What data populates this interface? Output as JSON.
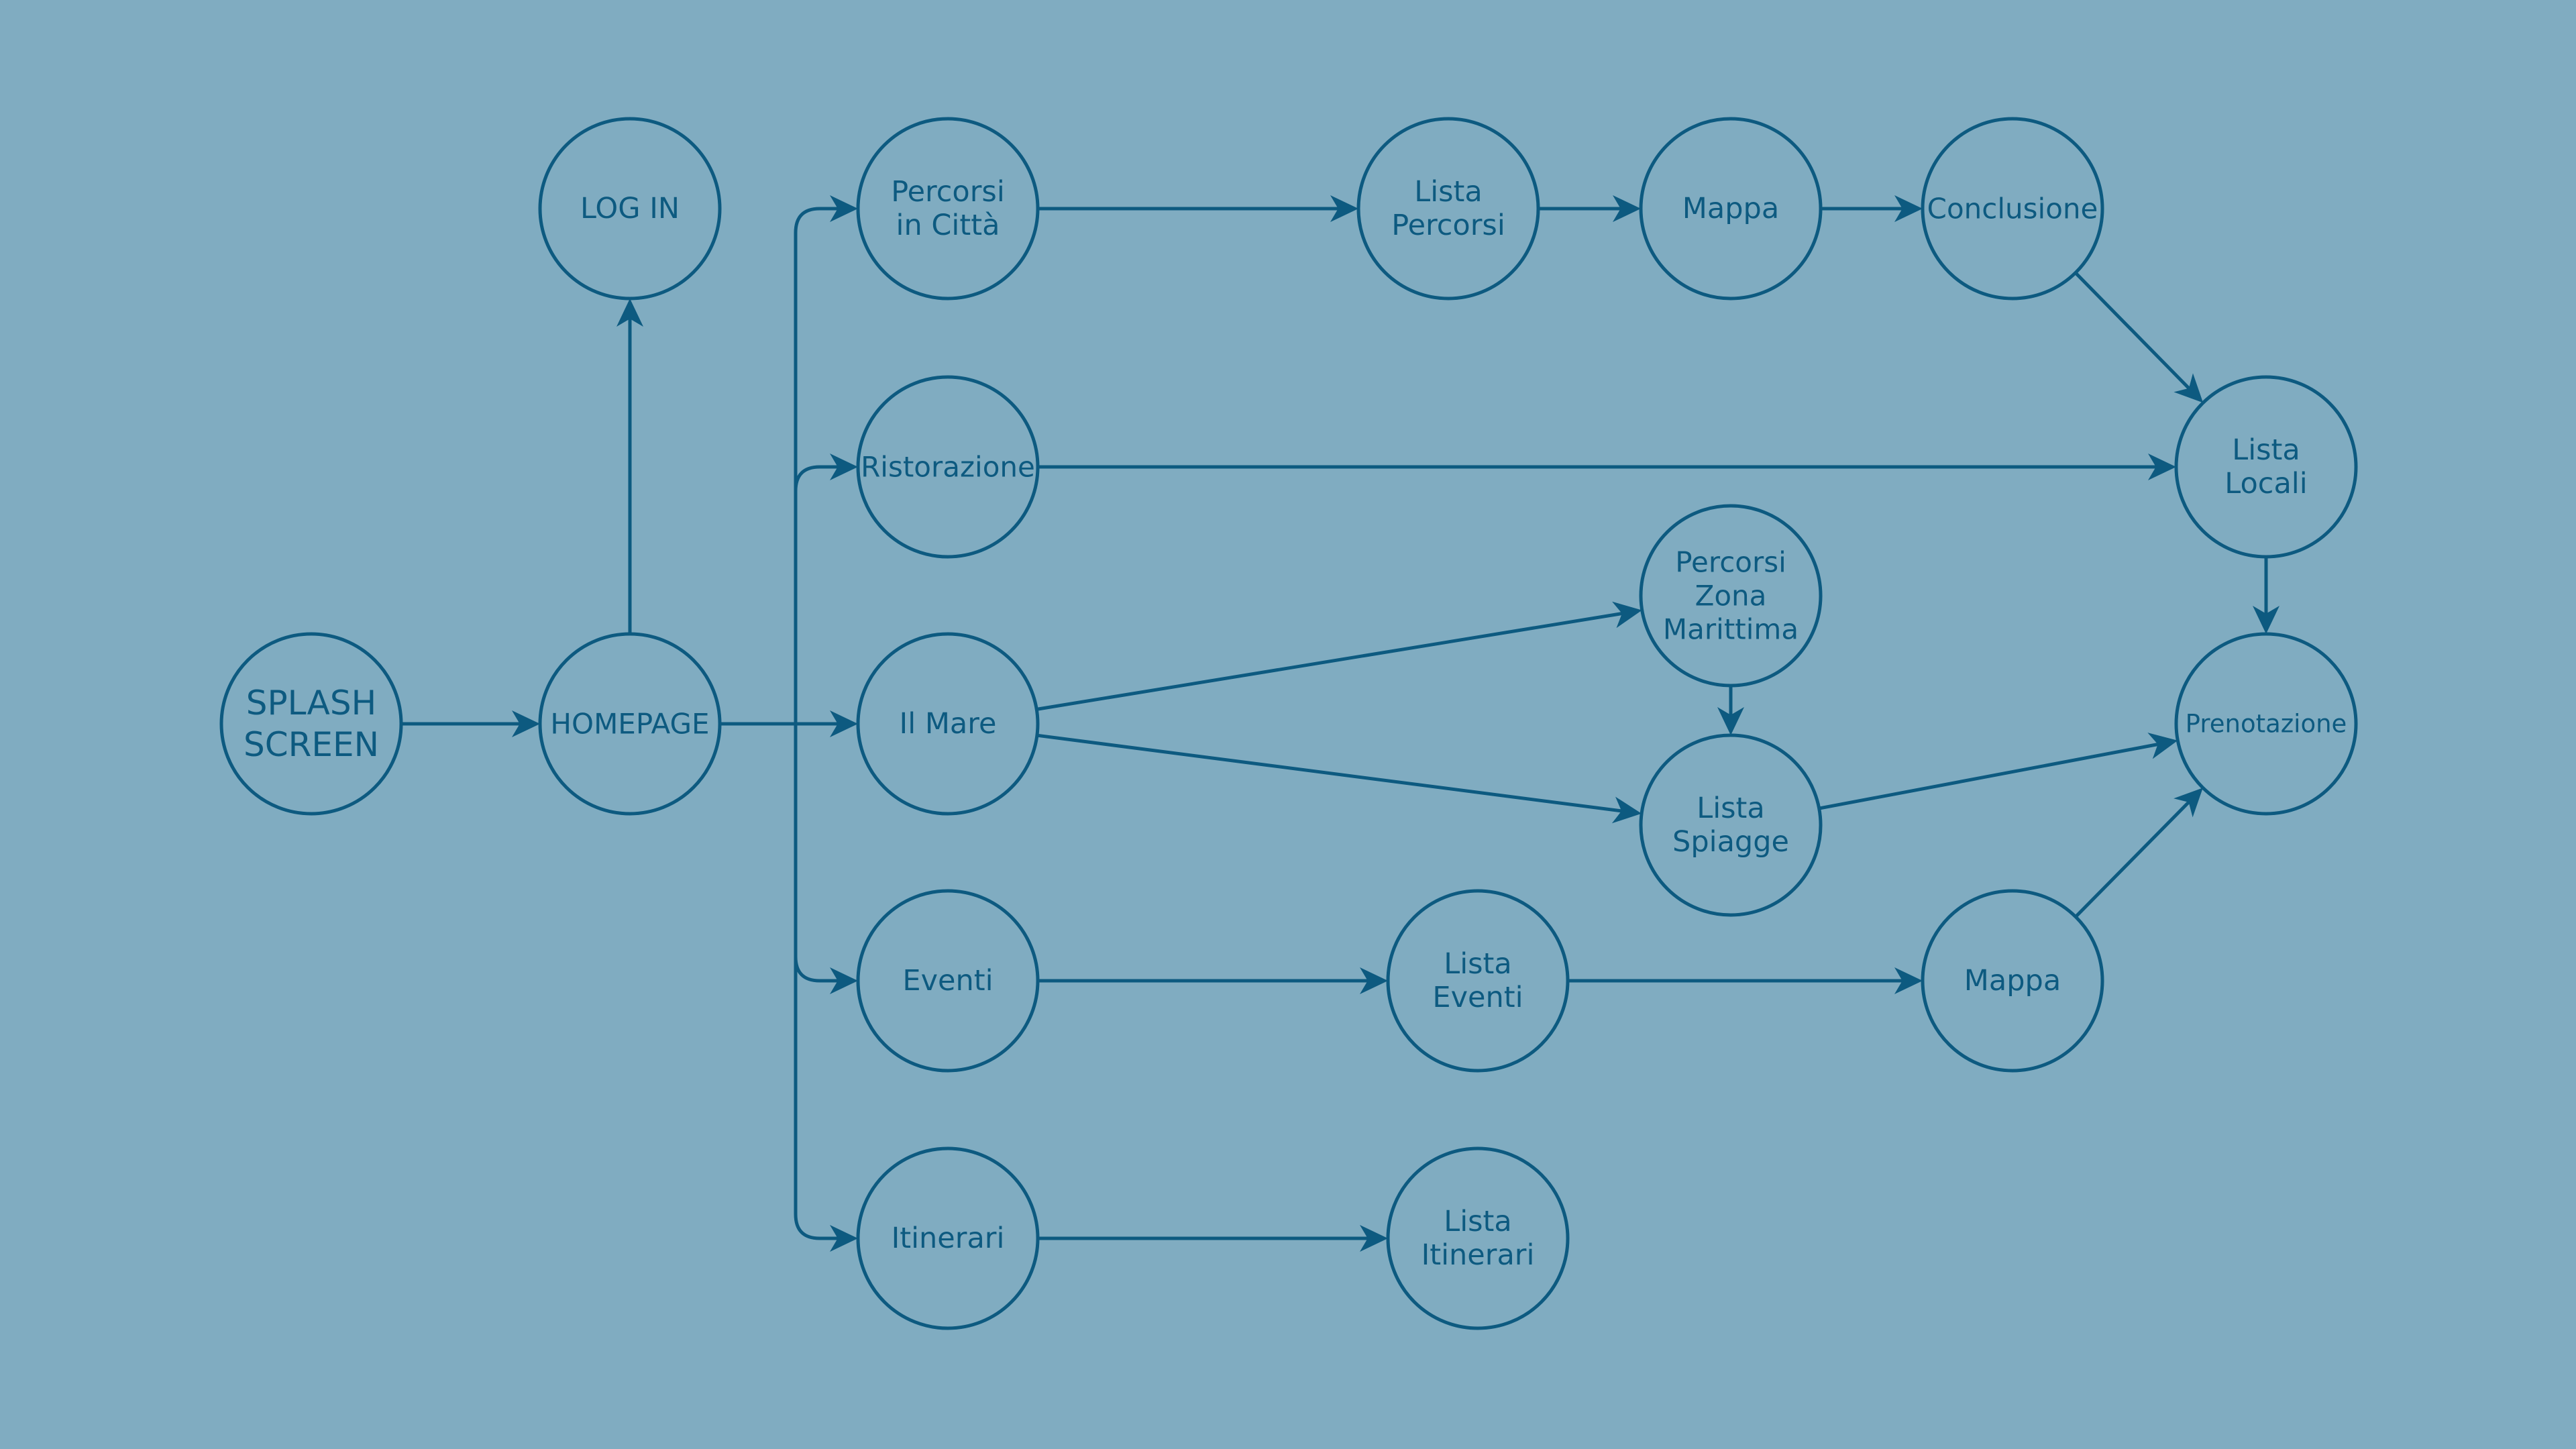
{
  "colors": {
    "background": "#80ACC1",
    "stroke": "#0D5A80",
    "text": "#0D5A80"
  },
  "nodes": [
    {
      "id": "splash",
      "lines": [
        "SPLASH",
        "SCREEN"
      ]
    },
    {
      "id": "login",
      "lines": [
        "LOG IN"
      ]
    },
    {
      "id": "homepage",
      "lines": [
        "HOMEPAGE"
      ]
    },
    {
      "id": "percorsi-citta",
      "lines": [
        "Percorsi",
        "in Città"
      ]
    },
    {
      "id": "ristorazione",
      "lines": [
        "Ristorazione"
      ]
    },
    {
      "id": "il-mare",
      "lines": [
        "Il Mare"
      ]
    },
    {
      "id": "eventi",
      "lines": [
        "Eventi"
      ]
    },
    {
      "id": "itinerari",
      "lines": [
        "Itinerari"
      ]
    },
    {
      "id": "lista-percorsi",
      "lines": [
        "Lista",
        "Percorsi"
      ]
    },
    {
      "id": "mappa-1",
      "lines": [
        "Mappa"
      ]
    },
    {
      "id": "conclusione",
      "lines": [
        "Conclusione"
      ]
    },
    {
      "id": "lista-locali",
      "lines": [
        "Lista",
        "Locali"
      ]
    },
    {
      "id": "percorsi-zona",
      "lines": [
        "Percorsi",
        "Zona",
        "Marittima"
      ]
    },
    {
      "id": "lista-spiagge",
      "lines": [
        "Lista",
        "Spiagge"
      ]
    },
    {
      "id": "prenotazione",
      "lines": [
        "Prenotazione"
      ]
    },
    {
      "id": "lista-eventi",
      "lines": [
        "Lista",
        "Eventi"
      ]
    },
    {
      "id": "mappa-2",
      "lines": [
        "Mappa"
      ]
    },
    {
      "id": "lista-itinerari",
      "lines": [
        "Lista",
        "Itinerari"
      ]
    }
  ],
  "edges": [
    {
      "from": "splash",
      "to": "homepage"
    },
    {
      "from": "homepage",
      "to": "login"
    },
    {
      "from": "homepage",
      "to": "percorsi-citta"
    },
    {
      "from": "homepage",
      "to": "ristorazione"
    },
    {
      "from": "homepage",
      "to": "il-mare"
    },
    {
      "from": "homepage",
      "to": "eventi"
    },
    {
      "from": "homepage",
      "to": "itinerari"
    },
    {
      "from": "percorsi-citta",
      "to": "lista-percorsi"
    },
    {
      "from": "lista-percorsi",
      "to": "mappa-1"
    },
    {
      "from": "mappa-1",
      "to": "conclusione"
    },
    {
      "from": "conclusione",
      "to": "lista-locali"
    },
    {
      "from": "ristorazione",
      "to": "lista-locali"
    },
    {
      "from": "lista-locali",
      "to": "prenotazione"
    },
    {
      "from": "il-mare",
      "to": "percorsi-zona"
    },
    {
      "from": "il-mare",
      "to": "lista-spiagge"
    },
    {
      "from": "percorsi-zona",
      "to": "lista-spiagge"
    },
    {
      "from": "lista-spiagge",
      "to": "prenotazione"
    },
    {
      "from": "eventi",
      "to": "lista-eventi"
    },
    {
      "from": "lista-eventi",
      "to": "mappa-2"
    },
    {
      "from": "mappa-2",
      "to": "prenotazione"
    },
    {
      "from": "itinerari",
      "to": "lista-itinerari"
    }
  ]
}
